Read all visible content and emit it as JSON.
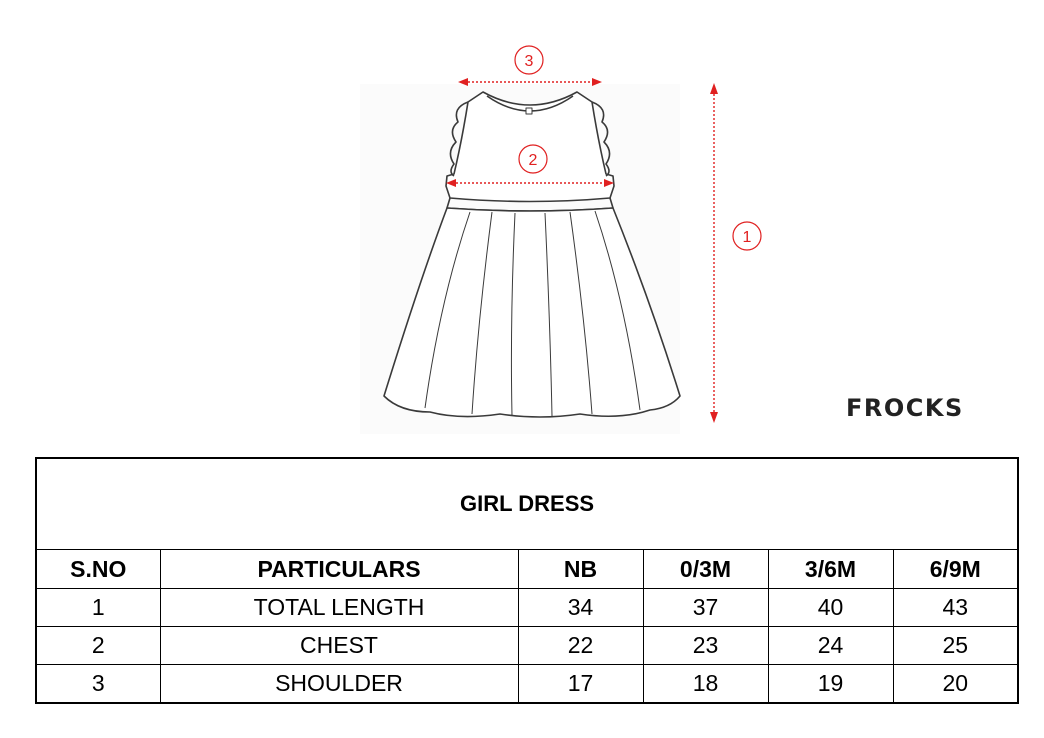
{
  "brand_label": "FROCKS",
  "markers": {
    "length": "1",
    "chest": "2",
    "shoulder": "3"
  },
  "table": {
    "title": "GIRL DRESS",
    "headers": [
      "S.NO",
      "PARTICULARS",
      "NB",
      "0/3M",
      "3/6M",
      "6/9M"
    ],
    "rows": [
      [
        "1",
        "TOTAL LENGTH",
        "34",
        "37",
        "40",
        "43"
      ],
      [
        "2",
        "CHEST",
        "22",
        "23",
        "24",
        "25"
      ],
      [
        "3",
        "SHOULDER",
        "17",
        "18",
        "19",
        "20"
      ]
    ]
  },
  "colors": {
    "measure_red": "#e02020",
    "outline": "#3a3a3a"
  },
  "icons": [
    "dress-illustration",
    "measurement-arrow-icon"
  ]
}
